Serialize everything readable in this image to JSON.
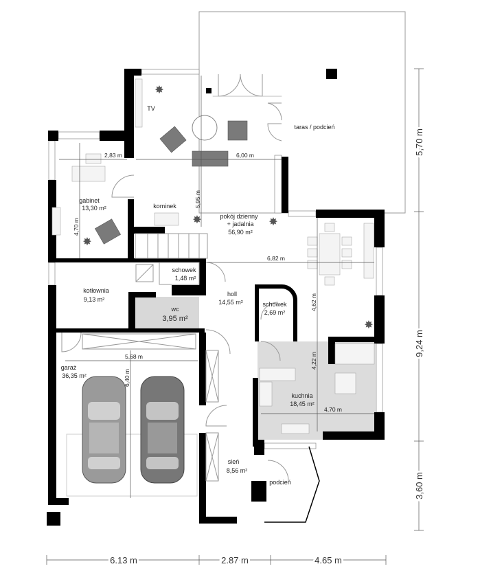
{
  "rooms": [
    {
      "id": "tv",
      "name": "TV"
    },
    {
      "id": "taras",
      "name": "taras / podcień"
    },
    {
      "id": "gabinet",
      "name": "gabinet",
      "area": "13,30 m²"
    },
    {
      "id": "kominek",
      "name": "kominek"
    },
    {
      "id": "pokoj",
      "name": "pokój dzienny",
      "name2": "+ jadalnia",
      "area": "56,90 m²"
    },
    {
      "id": "schowek1",
      "name": "schowek",
      "area": "1,48 m²"
    },
    {
      "id": "kotlownia",
      "name": "kotłownia",
      "area": "9,13 m²"
    },
    {
      "id": "wc",
      "name": "wc",
      "area": "3,95 m²"
    },
    {
      "id": "holl",
      "name": "holl",
      "area": "14,55 m²"
    },
    {
      "id": "schowek2",
      "name": "schowek",
      "area": "2,69 m²"
    },
    {
      "id": "garaz",
      "name": "garaż",
      "area": "36,35 m²"
    },
    {
      "id": "kuchnia",
      "name": "kuchnia",
      "area": "18,45 m²"
    },
    {
      "id": "sien",
      "name": "sień",
      "area": "8,56 m²"
    },
    {
      "id": "podcien",
      "name": "podcień"
    }
  ],
  "inner_dimensions": [
    "2,83 m",
    "6,00 m",
    "5,95 m",
    "4,70 m",
    "6,82 m",
    "4,62 m",
    "4,22 m",
    "5,68 m",
    "6,40 m",
    "4,70 m"
  ],
  "outer_dimensions": {
    "bottom": [
      "6.13 m",
      "2.87 m",
      "4.65 m"
    ],
    "right": [
      "5,70 m",
      "9,24 m",
      "3,60 m"
    ]
  },
  "colors": {
    "wall": "#000000",
    "floor_tile": "#dcdcdc",
    "furniture": "#7a7a7a"
  }
}
